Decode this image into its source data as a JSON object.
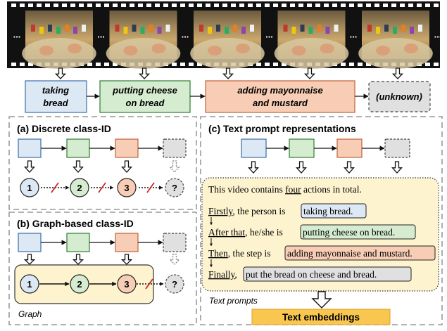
{
  "filmstrip": {
    "frame_count": 5,
    "ellipsis": "..."
  },
  "actions": [
    {
      "label_line1": "taking",
      "label_line2": "bread",
      "color": "#dde8f5",
      "border": "#3a6ea5"
    },
    {
      "label_line1": "putting cheese",
      "label_line2": "on bread",
      "color": "#d5ecd0",
      "border": "#2e7d32"
    },
    {
      "label_line1": "adding mayonnaise",
      "label_line2": "and mustard",
      "color": "#f7cdb5",
      "border": "#c0603a"
    },
    {
      "label_line1": "(unknown)",
      "label_line2": "",
      "color": "#e0e0e0",
      "border": "#444444"
    }
  ],
  "panel_a": {
    "title": "(a) Discrete class-ID",
    "nodes": [
      "1",
      "2",
      "3",
      "?"
    ]
  },
  "panel_b": {
    "title": "(b) Graph-based class-ID",
    "nodes": [
      "1",
      "2",
      "3",
      "?"
    ],
    "graph_label": "Graph"
  },
  "panel_c": {
    "title": "(c) Text prompt representations",
    "intro_prefix": "This video contains ",
    "intro_count": "four",
    "intro_suffix": " actions in total.",
    "lines": [
      {
        "connector": "Firstly",
        "middle": ", the person is ",
        "action": "taking bread."
      },
      {
        "connector": "After that",
        "middle": ", he/she is ",
        "action": "putting cheese on bread."
      },
      {
        "connector": "Then",
        "middle": ", the step is ",
        "action": "adding mayonnaise and mustard."
      },
      {
        "connector": "Finally",
        "middle": ", ",
        "action": "put the bread on cheese and bread."
      }
    ],
    "prompts_label": "Text prompts",
    "embeddings_label": "Text embeddings"
  },
  "colors": {
    "blue": "#dde8f5",
    "green": "#d5ecd0",
    "orange": "#f7cdb5",
    "gray": "#e0e0e0",
    "prompt_bg": "#fdf3cf",
    "embed_bg": "#f9c74f",
    "cut": "#c62828"
  }
}
